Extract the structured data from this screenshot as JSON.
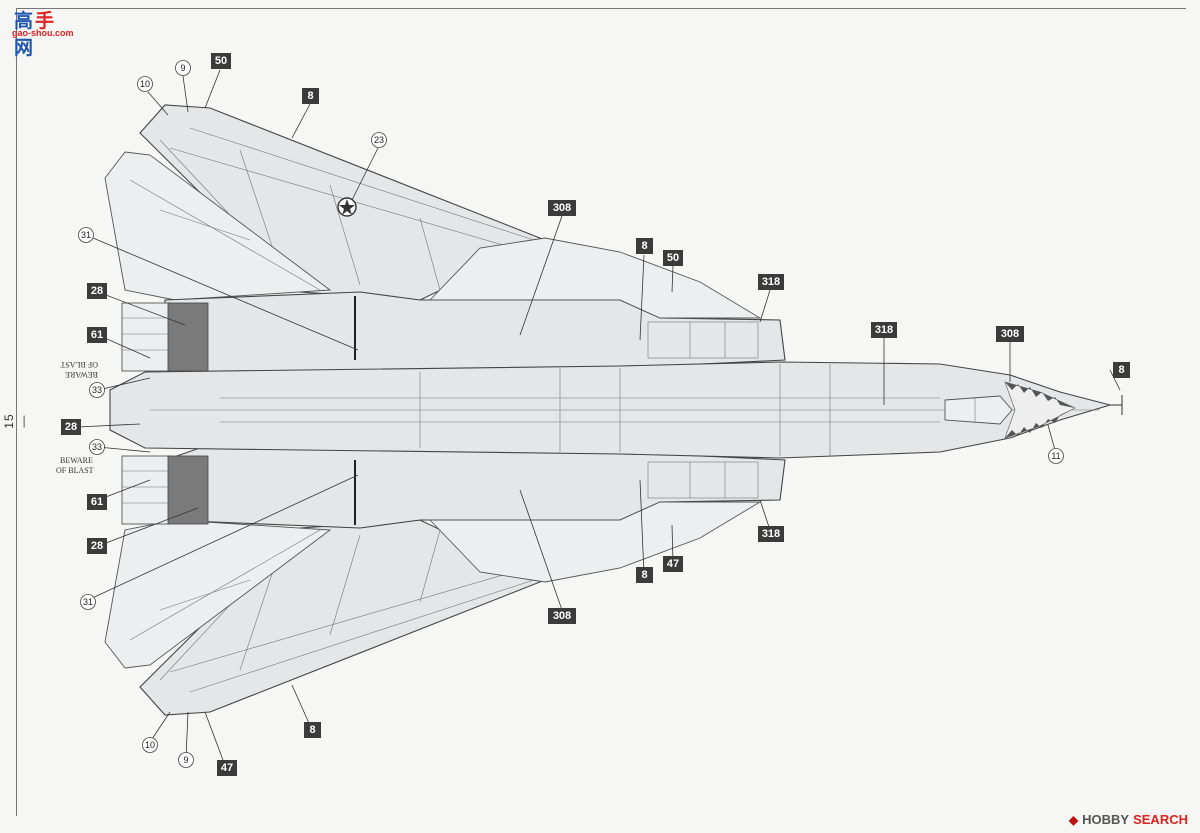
{
  "logo": {
    "chars": [
      "高",
      "手",
      "网"
    ],
    "url": "gao-shou.com"
  },
  "page_number": "— 15 —",
  "watermark": {
    "text_a": "HOBBY",
    "text_b": "SEARCH"
  },
  "stencils": {
    "beware_upper": [
      "BEWARE",
      "OF BLAST"
    ],
    "beware_lower": [
      "BEWARE",
      "OF BLAST"
    ]
  },
  "callouts": {
    "boxes": [
      {
        "id": "b1",
        "text": "8"
      },
      {
        "id": "b2",
        "text": "50"
      },
      {
        "id": "b3",
        "text": "308"
      },
      {
        "id": "b4",
        "text": "8"
      },
      {
        "id": "b5",
        "text": "50"
      },
      {
        "id": "b6",
        "text": "318"
      },
      {
        "id": "b7",
        "text": "318"
      },
      {
        "id": "b8",
        "text": "308"
      },
      {
        "id": "b9",
        "text": "8"
      },
      {
        "id": "b10",
        "text": "28"
      },
      {
        "id": "b11",
        "text": "61"
      },
      {
        "id": "b12",
        "text": "28"
      },
      {
        "id": "b13",
        "text": "61"
      },
      {
        "id": "b14",
        "text": "28"
      },
      {
        "id": "b15",
        "text": "318"
      },
      {
        "id": "b16",
        "text": "8"
      },
      {
        "id": "b17",
        "text": "47"
      },
      {
        "id": "b18",
        "text": "308"
      },
      {
        "id": "b19",
        "text": "8"
      },
      {
        "id": "b20",
        "text": "47"
      }
    ],
    "circles": [
      {
        "id": "c1",
        "text": "10"
      },
      {
        "id": "c2",
        "text": "9"
      },
      {
        "id": "c3",
        "text": "23"
      },
      {
        "id": "c4",
        "text": "31"
      },
      {
        "id": "c5",
        "text": "33"
      },
      {
        "id": "c6",
        "text": "33"
      },
      {
        "id": "c7",
        "text": "11"
      },
      {
        "id": "c8",
        "text": "31"
      },
      {
        "id": "c9",
        "text": "10"
      },
      {
        "id": "c10",
        "text": "9"
      }
    ]
  }
}
